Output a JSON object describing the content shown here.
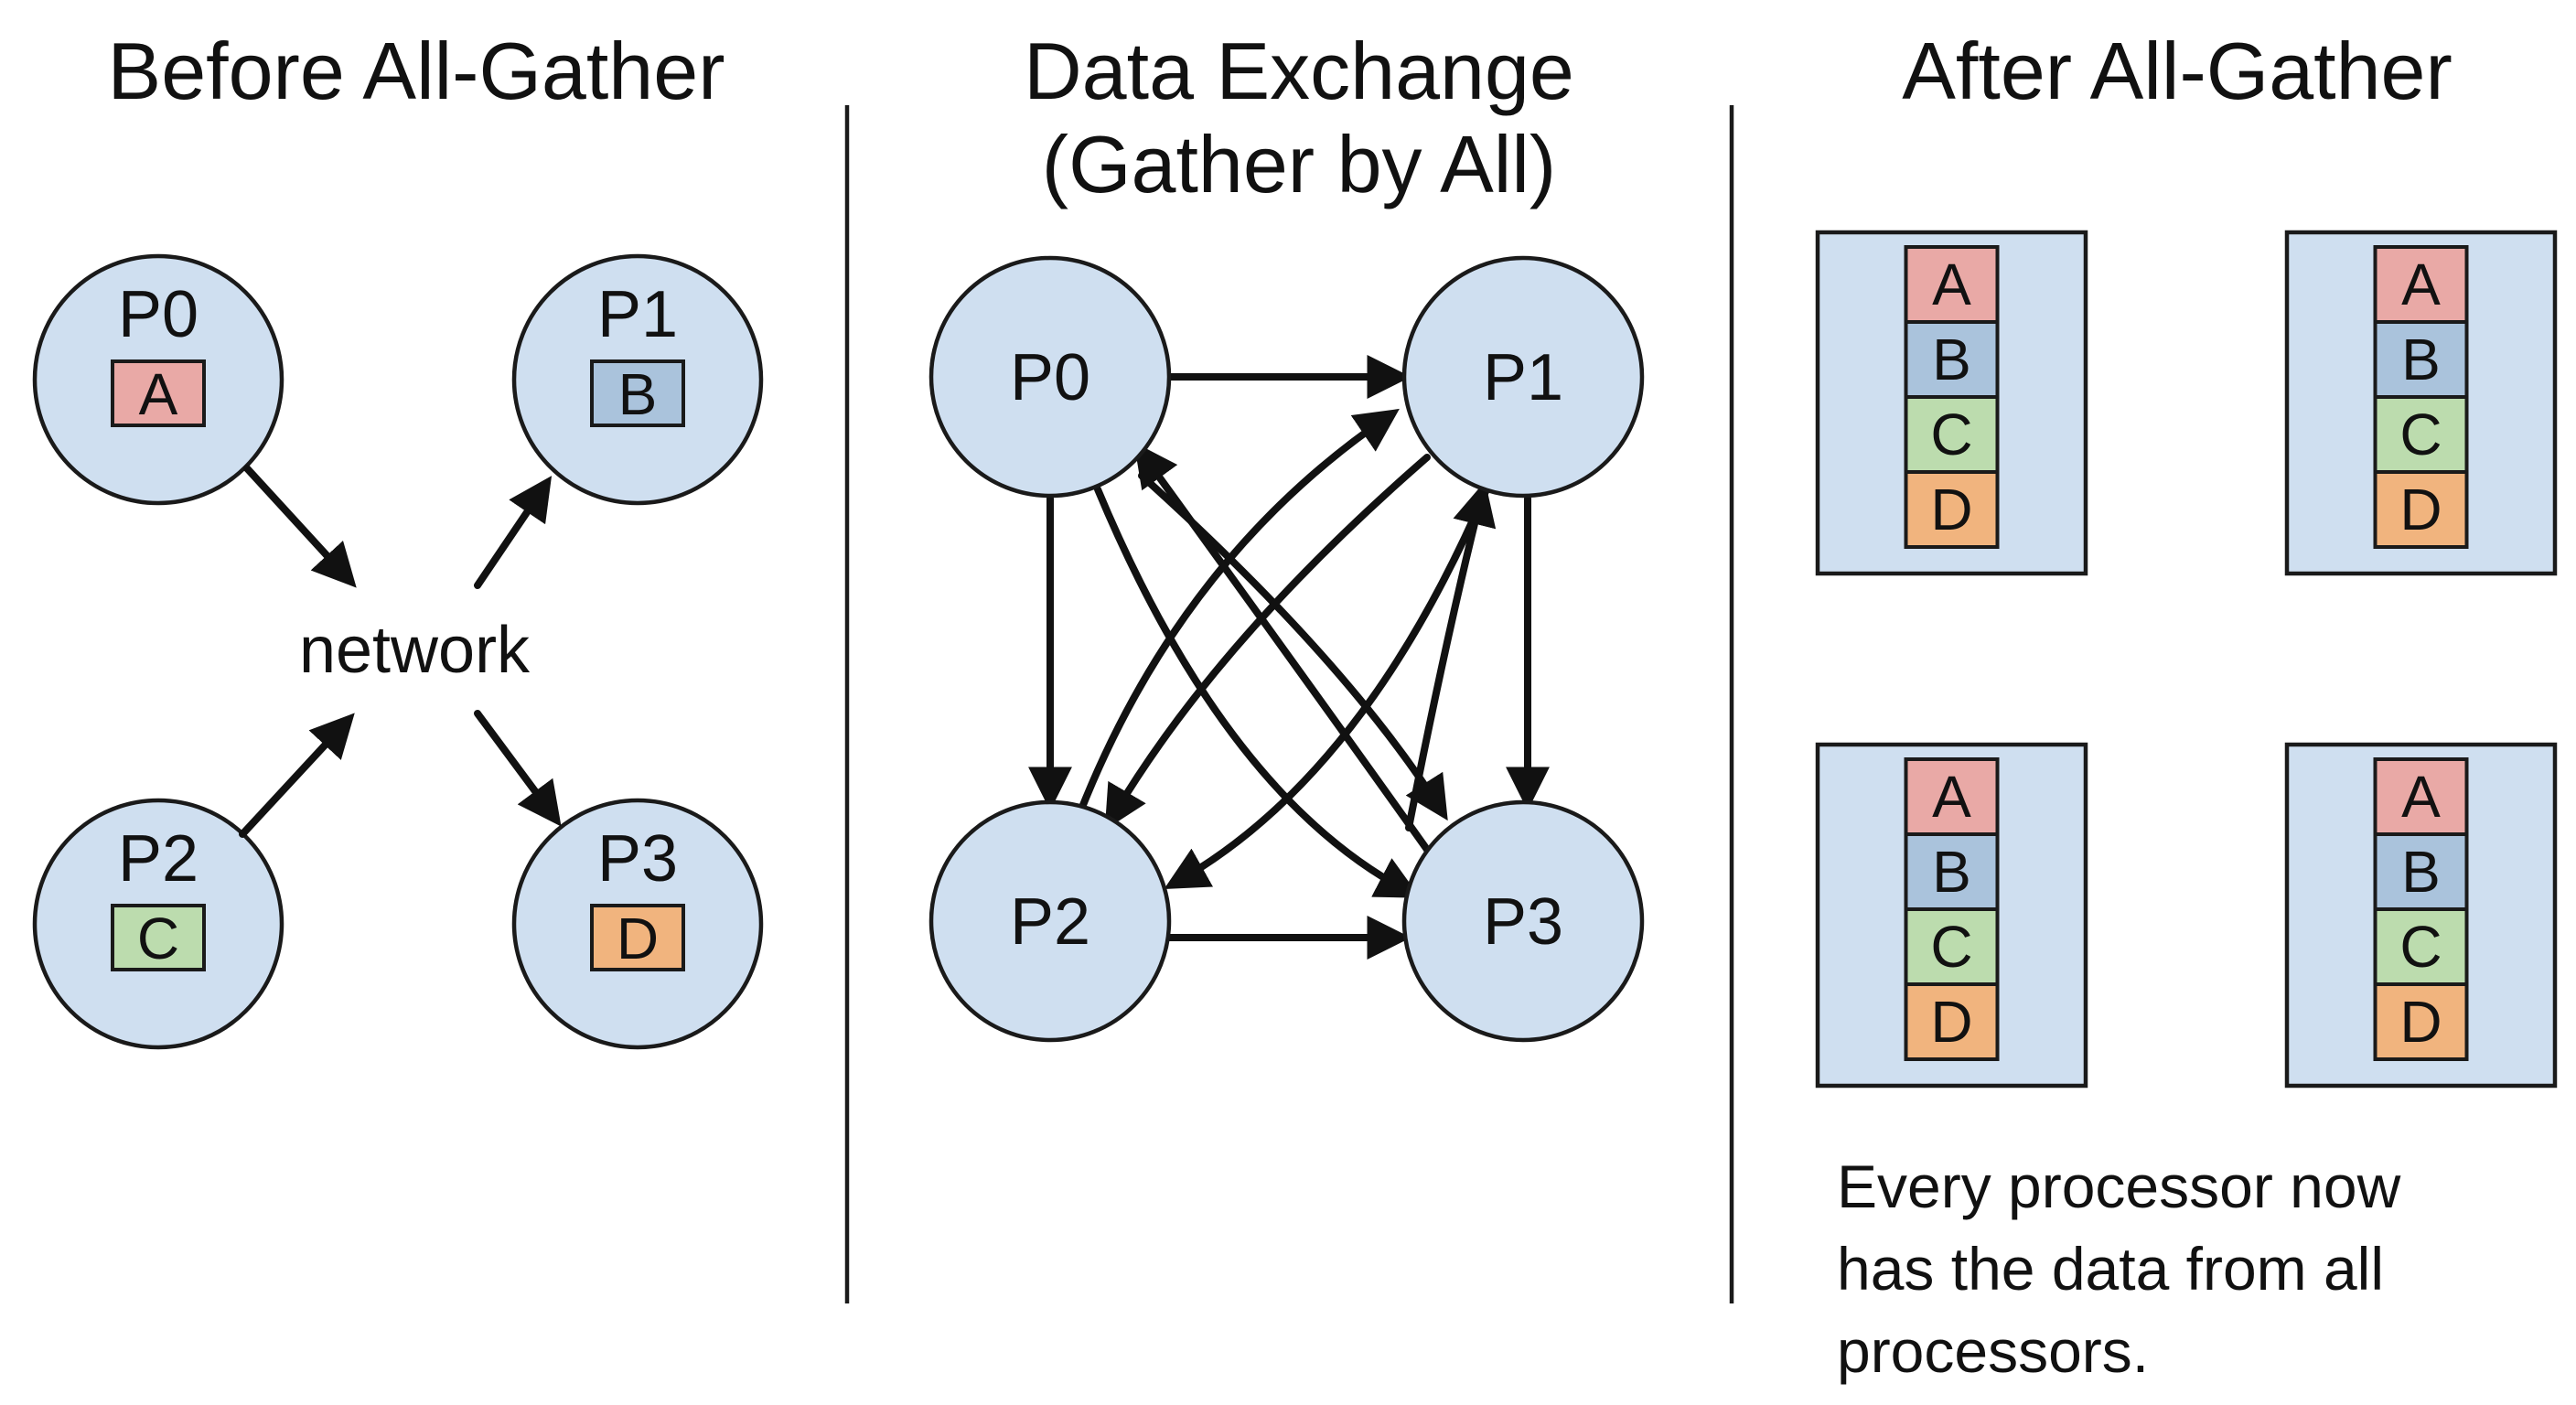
{
  "titles": {
    "before": "Before All-Gather",
    "exchange_line1": "Data Exchange",
    "exchange_line2": "(Gather by All)",
    "after": "After All-Gather"
  },
  "before": {
    "network_label": "network",
    "processors": [
      {
        "id": "P0",
        "block": "A",
        "color": "#e9a9a6"
      },
      {
        "id": "P1",
        "block": "B",
        "color": "#aac3dc"
      },
      {
        "id": "P2",
        "block": "C",
        "color": "#bcdcae"
      },
      {
        "id": "P3",
        "block": "D",
        "color": "#f1b47e"
      }
    ]
  },
  "exchange": {
    "processors": [
      "P0",
      "P1",
      "P2",
      "P3"
    ]
  },
  "after": {
    "blocks": [
      {
        "label": "A",
        "color": "#e9a9a6"
      },
      {
        "label": "B",
        "color": "#aac3dc"
      },
      {
        "label": "C",
        "color": "#bcdcae"
      },
      {
        "label": "D",
        "color": "#f1b47e"
      }
    ],
    "note_lines": [
      "Every processor now",
      "has the data from all",
      "processors."
    ]
  },
  "colors": {
    "node_fill": "#cfdff0",
    "stroke": "#1a1a1a"
  }
}
